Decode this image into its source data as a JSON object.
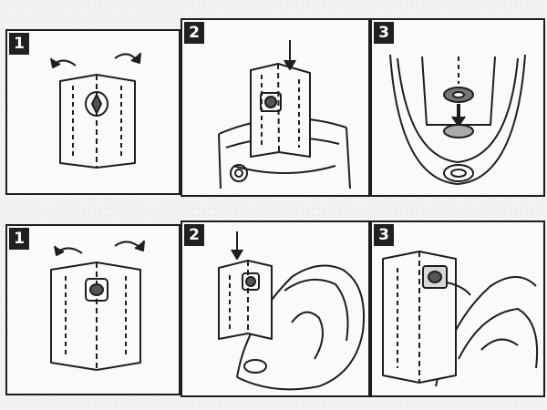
{
  "rows": [
    {
      "steps": [
        {
          "number": "1",
          "illustration": "bag-unfold-icon"
        },
        {
          "number": "2",
          "illustration": "bag-insert-into-canister-icon"
        },
        {
          "number": "3",
          "illustration": "bag-seated-in-canister-icon"
        }
      ]
    },
    {
      "steps": [
        {
          "number": "1",
          "illustration": "bag-unfold-icon"
        },
        {
          "number": "2",
          "illustration": "bag-insert-into-vacuum-icon"
        },
        {
          "number": "3",
          "illustration": "bag-attached-to-vacuum-icon"
        }
      ]
    }
  ]
}
